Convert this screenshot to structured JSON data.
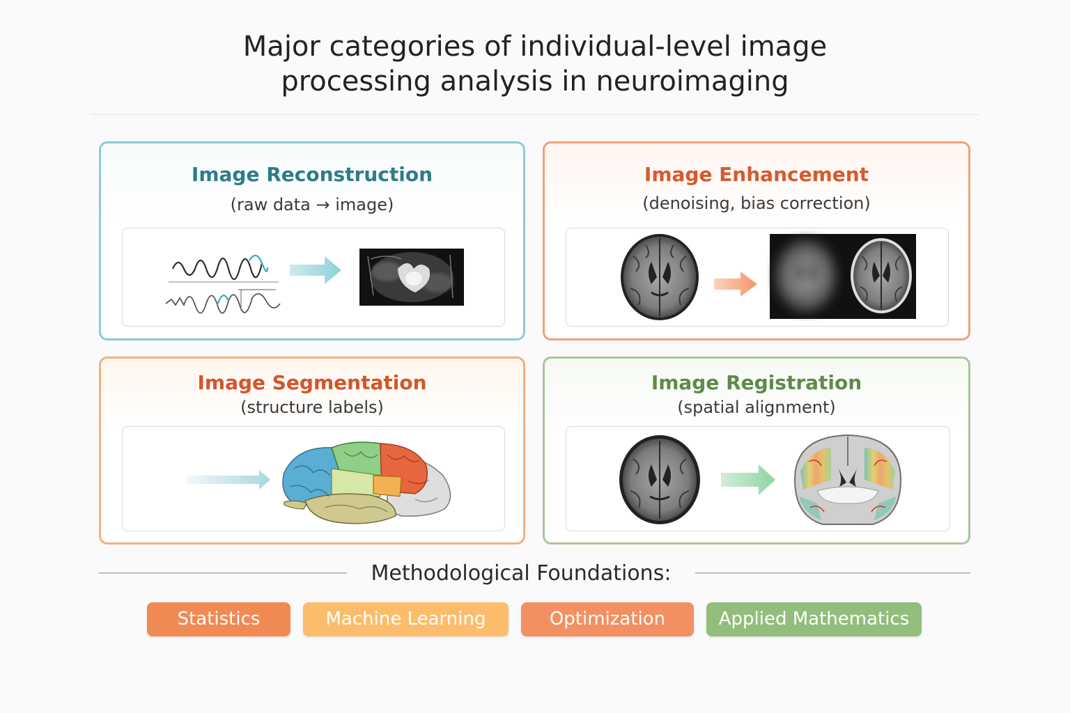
{
  "title": {
    "line1": "Major categories of individual-level image",
    "line2": "processing analysis in neuroimaging"
  },
  "cards": {
    "reconstruction": {
      "title": "Image Reconstruction",
      "subtitle": "(raw data → image)",
      "accent": "#2e7c86"
    },
    "enhancement": {
      "title": "Image Enhancement",
      "subtitle": "(denoising, bias correction)",
      "accent": "#d65a2c"
    },
    "segmentation": {
      "title": "Image Segmentation",
      "subtitle": "(structure labels)",
      "accent": "#d4552a"
    },
    "registration": {
      "title": "Image Registration",
      "subtitle": "(spatial alignment)",
      "accent": "#5f8a4d"
    }
  },
  "foundations": {
    "label": "Methodological Foundations:",
    "items": [
      {
        "label": "Statistics",
        "color": "#f08a55"
      },
      {
        "label": "Machine Learning",
        "color": "#fbbd6c"
      },
      {
        "label": "Optimization",
        "color": "#f29062"
      },
      {
        "label": "Applied Mathematics",
        "color": "#93bd7c"
      }
    ]
  }
}
